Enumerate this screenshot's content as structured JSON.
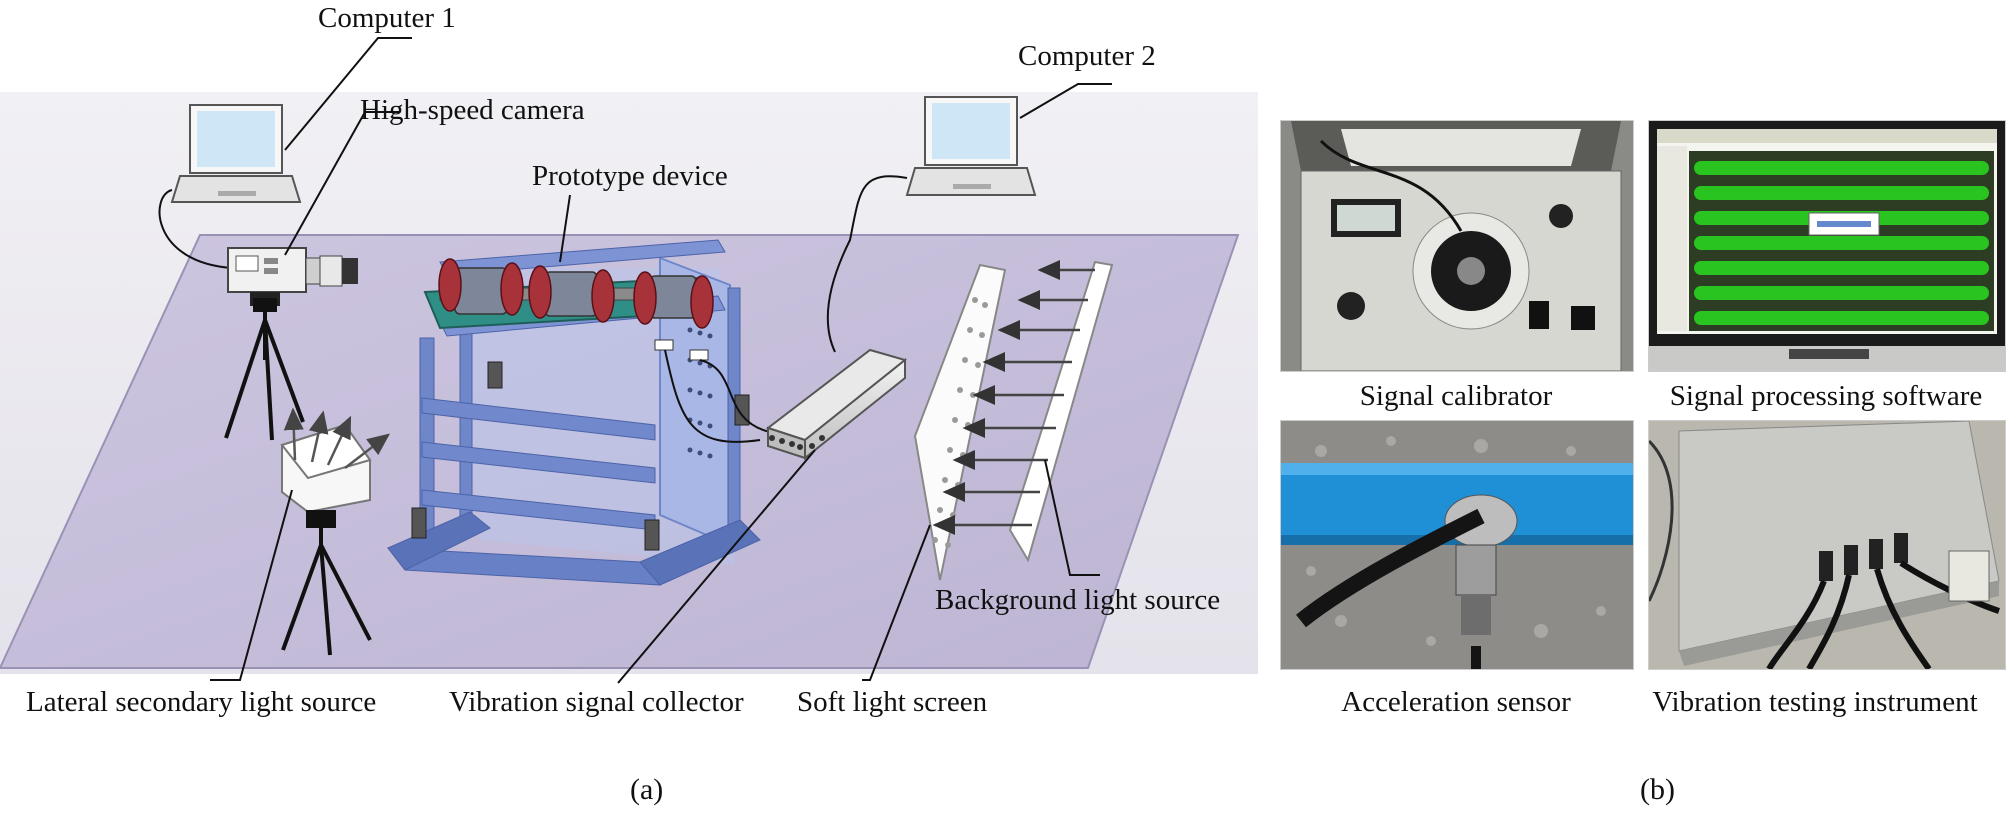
{
  "panel_a": {
    "id": "(a)",
    "labels": {
      "computer1": "Computer 1",
      "camera": "High-speed camera",
      "prototype": "Prototype device",
      "computer2": "Computer 2",
      "lateral_light": "Lateral secondary light source",
      "collector": "Vibration signal collector",
      "soft_screen": "Soft light screen",
      "bg_light": "Background light source"
    }
  },
  "panel_b": {
    "id": "(b)",
    "photos": [
      {
        "caption": "Signal calibrator"
      },
      {
        "caption": "Signal processing software"
      },
      {
        "caption": "Acceleration sensor"
      },
      {
        "caption": "Vibration testing instrument"
      }
    ]
  },
  "colors": {
    "floor": "#c8c1dc",
    "floor_edge": "#9a92b5",
    "frame_blue": "#6f86c9",
    "frame_dark": "#4d63a8",
    "rotor_red": "#a8323a",
    "plate_teal": "#2f8f86",
    "instrument_blue": "#1f8fd6"
  }
}
